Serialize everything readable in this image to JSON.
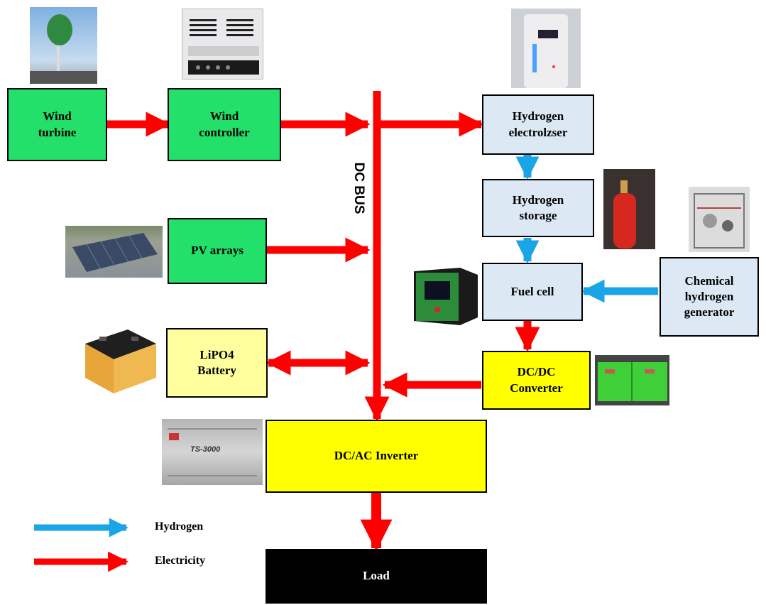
{
  "colors": {
    "electricity": "#ff0000",
    "hydrogen": "#1aa5e8",
    "source_box": "#22e069",
    "hydrogen_box": "#dce9f5",
    "converter_box": "#ffff00",
    "battery_box": "#ffff9e",
    "load_box": "#000000"
  },
  "bus": {
    "label": "DC BUS"
  },
  "components": {
    "wind_turbine": "Wind\nturbine",
    "wind_controller": "Wind\ncontroller",
    "pv_arrays": "PV arrays",
    "battery": "LiPO4\nBattery",
    "electrolyzer": "Hydrogen\nelectrolzser",
    "storage": "Hydrogen\nstorage",
    "fuel_cell": "Fuel cell",
    "chemical_generator": "Chemical\nhydrogen\ngenerator",
    "dcdc": "DC/DC\nConverter",
    "inverter": "DC/AC Inverter",
    "load": "Load"
  },
  "legend": {
    "hydrogen": "Hydrogen",
    "electricity": "Electricity"
  },
  "photos": {
    "wind_turbine": "wind-turbine-photo",
    "wind_controller": "wind-controller-photo",
    "pv_arrays": "pv-arrays-photo",
    "battery": "battery-photo",
    "electrolyzer": "electrolyzer-photo",
    "storage": "hydrogen-cylinder-photo",
    "chemical_generator": "chemical-generator-photo",
    "fuel_cell": "fuel-cell-photo",
    "dcdc": "dcdc-converter-photo",
    "inverter": "inverter-photo",
    "inverter_model": "TS-3000"
  }
}
